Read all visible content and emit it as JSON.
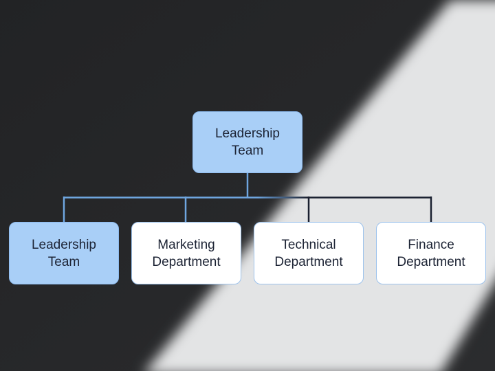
{
  "diagram": {
    "type": "org-chart",
    "root": {
      "label_line1": "Leadership",
      "label_line2": "Team",
      "fill": "#a9cff7"
    },
    "children": [
      {
        "label_line1": "Leadership",
        "label_line2": "Team",
        "fill": "#a9cff7"
      },
      {
        "label_line1": "Marketing",
        "label_line2": "Department",
        "fill": "#ffffff"
      },
      {
        "label_line1": "Technical",
        "label_line2": "Department",
        "fill": "#ffffff"
      },
      {
        "label_line1": "Finance",
        "label_line2": "Department",
        "fill": "#ffffff"
      }
    ],
    "connector_colors": {
      "on_dark": "#6fa6e0",
      "on_light": "#1a2030"
    }
  },
  "background": {
    "shadow_color": "#1d1e20",
    "light_color": "#e4e5e6"
  }
}
